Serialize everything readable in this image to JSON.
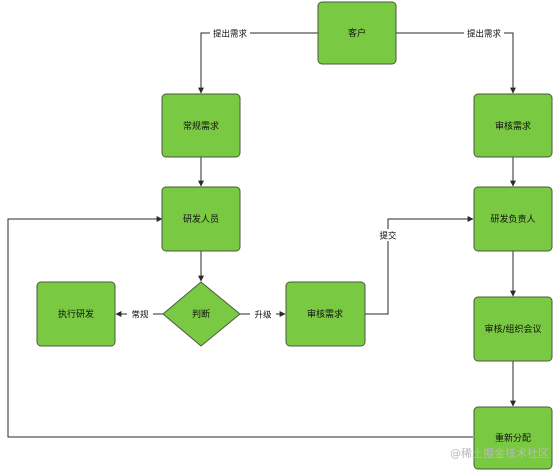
{
  "colors": {
    "node_fill": "#7ac943",
    "node_stroke": "#4a5a3c",
    "edge": "#2a2a2a",
    "text": "#111111",
    "watermark": "#b9b9b9"
  },
  "nodes": {
    "customer": "客户",
    "regular_req": "常规需求",
    "review_req_top": "审核需求",
    "developer": "研发人员",
    "dev_lead": "研发负责人",
    "execute_dev": "执行研发",
    "judge": "判断",
    "review_req_mid": "审核需求",
    "meeting": "审核/组织会议",
    "reassign": "重新分配"
  },
  "edge_labels": {
    "raise_left": "提出需求",
    "raise_right": "提出需求",
    "submit": "提交",
    "regular": "常规",
    "upgrade": "升级"
  },
  "watermark": "@稀土掘金技术社区"
}
